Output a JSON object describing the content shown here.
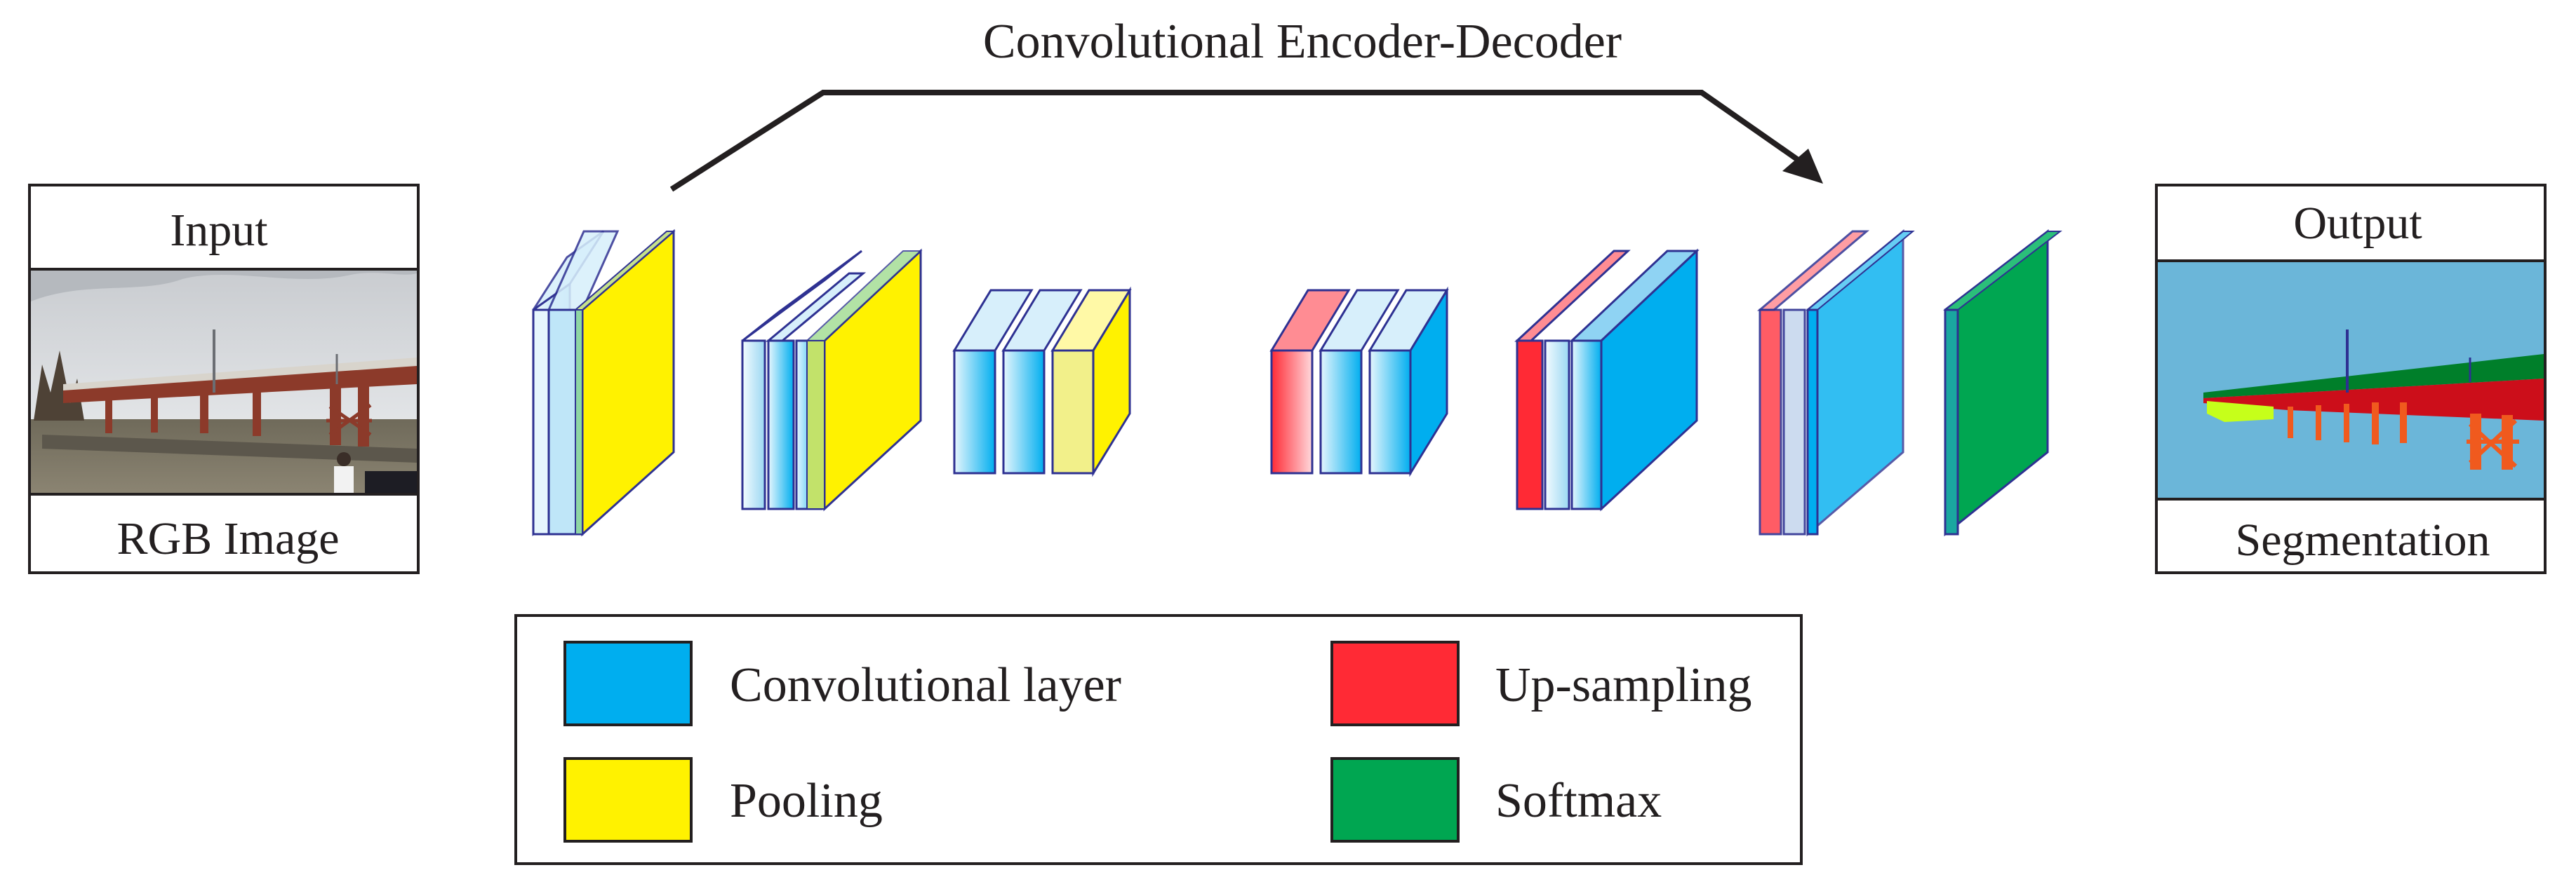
{
  "title": "Convolutional Encoder-Decoder",
  "input_panel": {
    "header": "Input",
    "caption": "RGB Image"
  },
  "output_panel": {
    "header": "Output",
    "caption": "Segmentation"
  },
  "legend": {
    "items": [
      {
        "label": "Convolutional layer",
        "color": "#00aeef"
      },
      {
        "label": "Pooling",
        "color": "#fff200"
      },
      {
        "label": "Up-sampling",
        "color": "#ff2a35"
      },
      {
        "label": "Softmax",
        "color": "#00a651"
      }
    ]
  },
  "colors": {
    "conv": "#00aeef",
    "conv_light": "#e6f6fd",
    "pool": "#fff200",
    "upsample": "#ff2a35",
    "softmax": "#00a651",
    "layer_outline": "#2e3192",
    "segmentation_background": "#6bb6d9",
    "segmentation_deck": "#007f2a",
    "segmentation_girder": "#cc0e1a",
    "segmentation_piers": "#f05a1e",
    "segmentation_ground": "#c6ff1a"
  },
  "network": {
    "blocks": [
      {
        "name": "encoder-block-1",
        "layers": [
          "conv",
          "conv",
          "pool"
        ]
      },
      {
        "name": "encoder-block-2",
        "layers": [
          "conv",
          "conv",
          "pool"
        ]
      },
      {
        "name": "encoder-block-3",
        "layers": [
          "conv",
          "conv",
          "pool"
        ]
      },
      {
        "name": "decoder-block-1",
        "layers": [
          "upsample",
          "conv",
          "conv"
        ]
      },
      {
        "name": "decoder-block-2",
        "layers": [
          "upsample",
          "conv",
          "conv"
        ]
      },
      {
        "name": "decoder-block-3",
        "layers": [
          "upsample",
          "conv",
          "conv"
        ]
      },
      {
        "name": "softmax-block",
        "layers": [
          "softmax"
        ]
      }
    ]
  }
}
